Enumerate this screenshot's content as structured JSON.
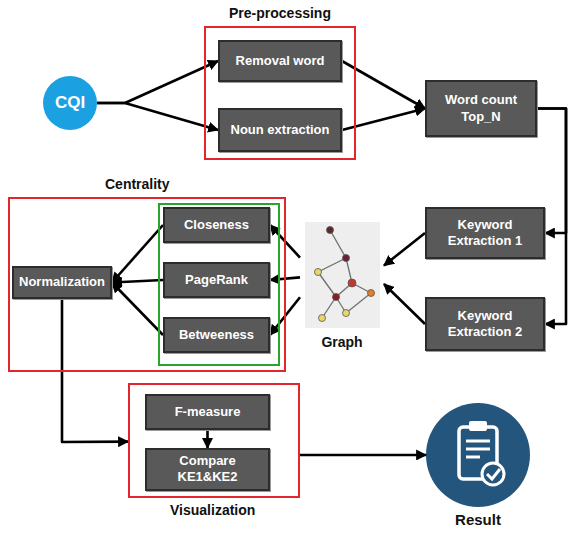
{
  "diagram": {
    "nodes": [
      {
        "text": [
          "CQI"
        ]
      },
      {
        "text": [
          "Pre-processing"
        ]
      },
      {
        "text": [
          "Removal word"
        ],
        "in": 1
      },
      {
        "text": [
          "Noun extraction"
        ],
        "in": 1
      },
      {
        "text": [
          "Word count Top_N"
        ]
      },
      {
        "text": [
          "Centrality"
        ]
      },
      {
        "text": [
          "Closeness"
        ],
        "in": 5
      },
      {
        "text": [
          "PageRank"
        ],
        "in": 5
      },
      {
        "text": [
          "Betweeness"
        ],
        "in": 5
      },
      {
        "text": [
          "Normalization"
        ],
        "in": 5
      },
      {
        "text": [
          "Graph"
        ]
      },
      {
        "text": [
          "Keyword Extraction 1"
        ]
      },
      {
        "text": [
          "Keyword Extraction 2"
        ]
      },
      {
        "text": [
          "Visualization"
        ]
      },
      {
        "text": [
          "F-measure"
        ],
        "in": 13
      },
      {
        "text": [
          "Compare KE1&KE2"
        ],
        "in": 13
      },
      {
        "text": [
          "Result"
        ]
      }
    ],
    "edges": [
      {
        "from": 0,
        "to": 2,
        "arrow": "to"
      },
      {
        "from": 0,
        "to": 3,
        "arrow": "to"
      },
      {
        "from": 2,
        "to": 4,
        "arrow": "to"
      },
      {
        "from": 3,
        "to": 4,
        "arrow": "to"
      },
      {
        "from": 4,
        "to": 11,
        "arrow": "to"
      },
      {
        "from": 4,
        "to": 12,
        "arrow": "to"
      },
      {
        "from": 11,
        "to": 10,
        "arrow": "to"
      },
      {
        "from": 12,
        "to": 10,
        "arrow": "to"
      },
      {
        "from": 10,
        "to": 6,
        "arrow": "to"
      },
      {
        "from": 10,
        "to": 7,
        "arrow": "to"
      },
      {
        "from": 10,
        "to": 8,
        "arrow": "to"
      },
      {
        "from": 6,
        "to": 9,
        "arrow": "to"
      },
      {
        "from": 7,
        "to": 9,
        "arrow": "to"
      },
      {
        "from": 8,
        "to": 9,
        "arrow": "to"
      },
      {
        "from": 9,
        "to": 13,
        "arrow": "to"
      },
      {
        "from": 14,
        "to": 15,
        "arrow": "to"
      },
      {
        "from": 13,
        "to": 16,
        "arrow": "to"
      }
    ]
  }
}
